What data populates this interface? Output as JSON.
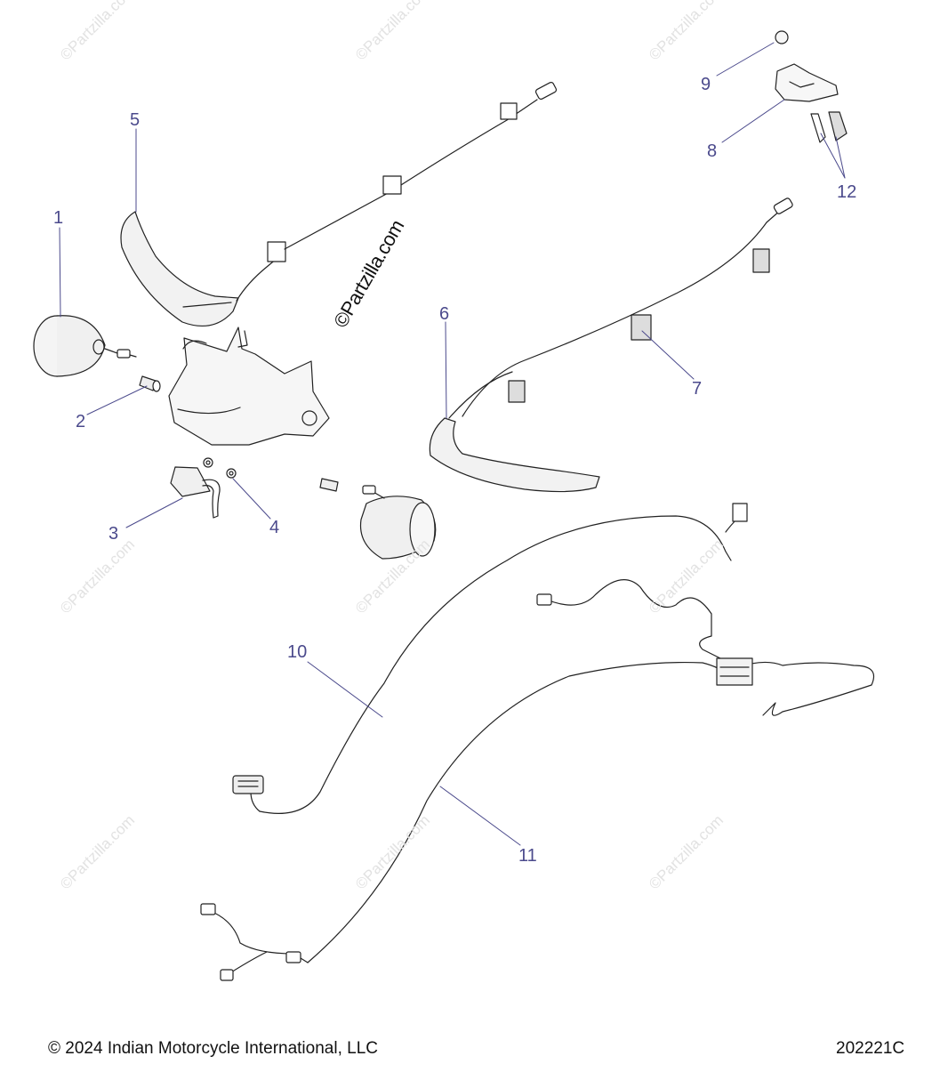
{
  "callouts": {
    "c1": "1",
    "c2": "2",
    "c3": "3",
    "c4": "4",
    "c5": "5",
    "c6": "6",
    "c7": "7",
    "c8": "8",
    "c9": "9",
    "c10": "10",
    "c11": "11",
    "c12": "12"
  },
  "watermark": "©Partzilla.com",
  "footer": {
    "copyright": "© 2024 Indian Motorcycle International, LLC",
    "diagram_id": "202221C"
  },
  "colors": {
    "callout_text": "#4b4a8c",
    "line_art": "#222222",
    "watermark": "#e2e2e2"
  }
}
